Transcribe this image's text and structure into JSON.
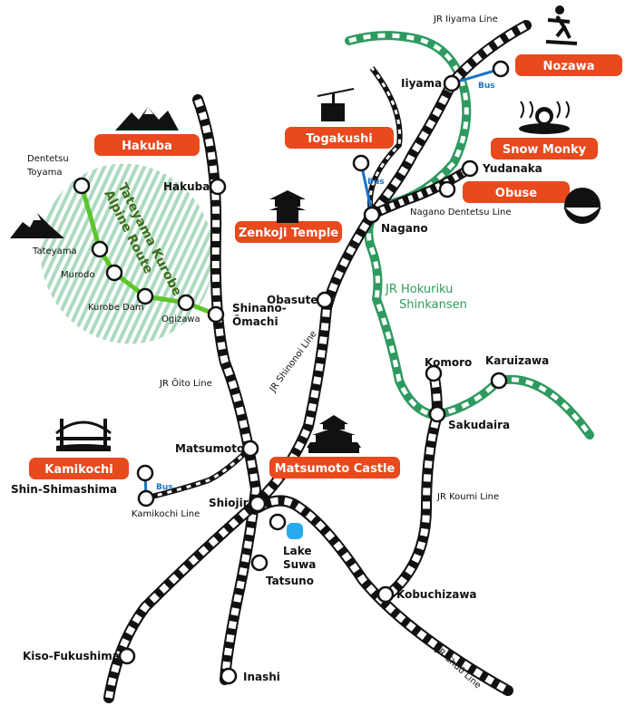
{
  "colors": {
    "rail_outline": "#111111",
    "rail_fill": "#ffffff",
    "shinkansen": "#2e9a5f",
    "alpine_route": "#5cc52b",
    "alpine_area": "#7ebf98",
    "bus": "#1a73c9",
    "tag": "#e8491d",
    "lake": "#29aaef"
  },
  "title_tags": [
    {
      "id": "hakuba",
      "label": "Hakuba"
    },
    {
      "id": "togakushi",
      "label": "Togakushi"
    },
    {
      "id": "nozawa",
      "label": "Nozawa"
    },
    {
      "id": "snow-monky",
      "label": "Snow Monky"
    },
    {
      "id": "obuse",
      "label": "Obuse"
    },
    {
      "id": "zenkoji",
      "label": "Zenkoji Temple"
    },
    {
      "id": "kamikochi",
      "label": "Kamikochi"
    },
    {
      "id": "matsumoto-castle",
      "label": "Matsumoto Castle"
    }
  ],
  "stations": [
    {
      "id": "iiyama",
      "label": "Iiyama"
    },
    {
      "id": "nozawa-stop",
      "label": ""
    },
    {
      "id": "yudanaka",
      "label": "Yudanaka"
    },
    {
      "id": "obuse-stop",
      "label": ""
    },
    {
      "id": "togakushi-stop",
      "label": ""
    },
    {
      "id": "nagano",
      "label": "Nagano"
    },
    {
      "id": "hakuba",
      "label": "Hakuba"
    },
    {
      "id": "obasute",
      "label": "Obasute"
    },
    {
      "id": "shinano-omachi",
      "label": "Shinano-\nŌmachi"
    },
    {
      "id": "komoro",
      "label": "Komoro"
    },
    {
      "id": "karuizawa",
      "label": "Karuizawa"
    },
    {
      "id": "sakudaira",
      "label": "Sakudaira"
    },
    {
      "id": "matsumoto",
      "label": "Matsumoto"
    },
    {
      "id": "shin-shimashima",
      "label": "Shin-Shimashima"
    },
    {
      "id": "kamikochi-stop",
      "label": ""
    },
    {
      "id": "shiojiri",
      "label": "Shiojiri"
    },
    {
      "id": "lake-suwa",
      "label": "Lake\nSuwa"
    },
    {
      "id": "tatsuno",
      "label": "Tatsuno"
    },
    {
      "id": "kobuchizawa",
      "label": "Kobuchizawa"
    },
    {
      "id": "kiso-fukushima",
      "label": "Kiso-Fukushima"
    },
    {
      "id": "inashi",
      "label": "Inashi"
    },
    {
      "id": "dentetsu-toyama",
      "label": "Dentetsu\nToyama"
    },
    {
      "id": "tateyama",
      "label": "Tateyama"
    },
    {
      "id": "murodo",
      "label": "Murodo"
    },
    {
      "id": "kurobe-dam",
      "label": "Kurobe Dam"
    },
    {
      "id": "ogizawa",
      "label": "Ogizawa"
    }
  ],
  "line_labels": {
    "iiyama_line": "JR Iiyama Line",
    "nagano_dentetsu": "Nagano Dentetsu Line",
    "shinkansen": "JR Hokuriku\nShinkansen",
    "oito_line": "JR Ōito Line",
    "shinonoi_line": "JR Shinonoi Line",
    "koumi_line": "JR Koumi Line",
    "kamikochi_line": "Kamikochi Line",
    "chuo_line": "JR Chūō Line"
  },
  "bus_label": "Bus",
  "alpine_route_title": "Tateyama Kurobe\nAlpine Route"
}
